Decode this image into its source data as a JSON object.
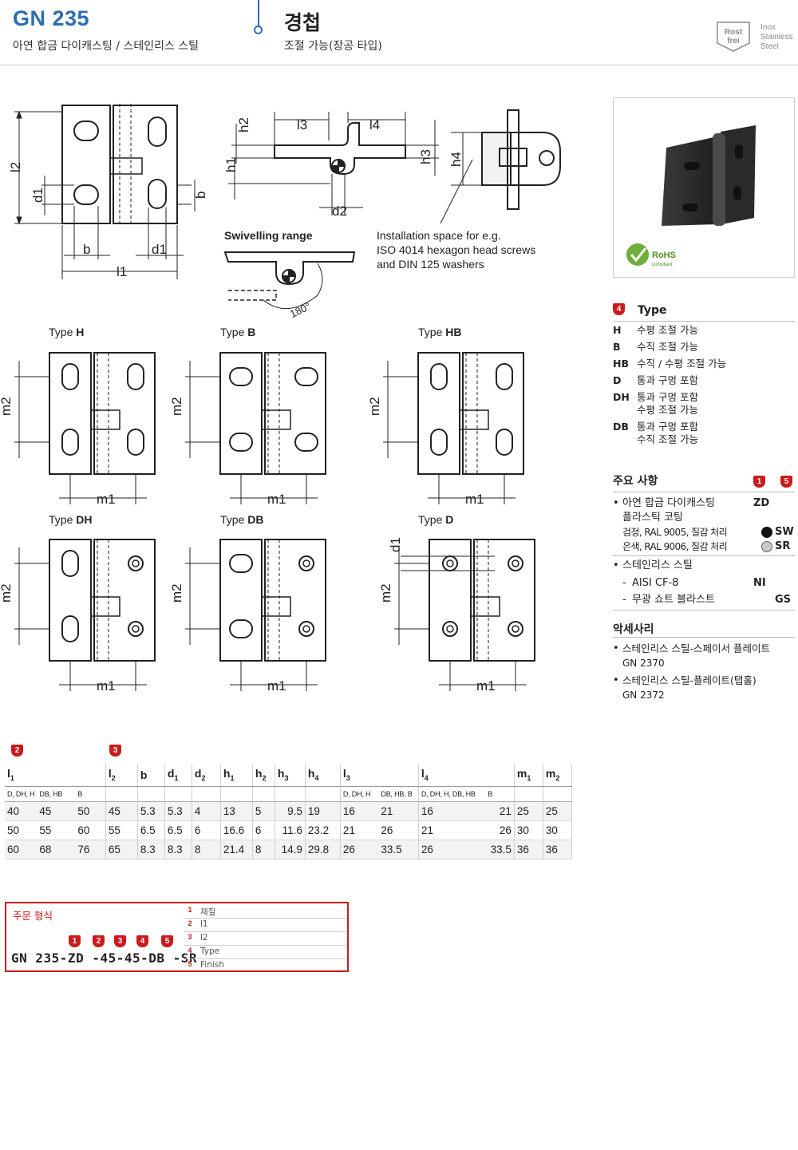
{
  "header": {
    "code": "GN 235",
    "subtitle": "아연 합금 다이캐스팅 / 스테인리스 스틸",
    "title": "경첩",
    "title_sub": "조절 가능(장공 타입)",
    "badge_lines": [
      "Inox",
      "Stainless",
      "Steel"
    ],
    "badge_logo": [
      "Rost",
      "frei"
    ]
  },
  "drawing": {
    "labels": {
      "l1": "l1",
      "l2": "l2",
      "d1": "d1",
      "b": "b",
      "h1": "h1",
      "h2": "h2",
      "l3": "l3",
      "l4": "l4",
      "h3": "h3",
      "h4": "h4",
      "d2": "d2",
      "m1": "m1",
      "m2": "m2"
    },
    "swivel_title": "Swivelling range",
    "swivel_angle": "180°",
    "install_note": [
      "Installation space for e.g.",
      "ISO 4014 hexagon head screws",
      "and DIN 125 washers"
    ],
    "types": [
      {
        "prefix": "Type ",
        "name": "H"
      },
      {
        "prefix": "Type ",
        "name": "B"
      },
      {
        "prefix": "Type ",
        "name": "HB"
      },
      {
        "prefix": "Type ",
        "name": "DH"
      },
      {
        "prefix": "Type ",
        "name": "DB"
      },
      {
        "prefix": "Type ",
        "name": "D"
      }
    ]
  },
  "rohs": {
    "label": "RoHS",
    "sub": "compliant"
  },
  "type_list": {
    "marker": "4",
    "heading": "Type",
    "items": [
      {
        "key": "H",
        "lines": [
          "수평 조절 가능"
        ]
      },
      {
        "key": "B",
        "lines": [
          "수직 조절 가능"
        ]
      },
      {
        "key": "HB",
        "lines": [
          "수직 / 수평 조절 가능"
        ]
      },
      {
        "key": "D",
        "lines": [
          "통과 구멍 포함"
        ]
      },
      {
        "key": "DH",
        "lines": [
          "통과 구멍 포함",
          "수평 조절 가능"
        ]
      },
      {
        "key": "DB",
        "lines": [
          "통과 구멍 포함",
          "수직 조절 가능"
        ]
      }
    ]
  },
  "main_notes": {
    "heading": "주요 사항",
    "markers": [
      "1",
      "5"
    ],
    "material1": "아연 합금 다이캐스팅",
    "material1_code": "ZD",
    "coating": "플라스틱 코팅",
    "finish_black": "검정, RAL 9005, 질감 처리",
    "finish_black_code": "SW",
    "finish_silver": "은색, RAL 9006, 질감 처리",
    "finish_silver_code": "SR",
    "material2": "스테인리스 스틸",
    "material2_grade": "AISI CF-8",
    "material2_code": "NI",
    "matt": "무광 쇼트 블라스트",
    "matt_code": "GS"
  },
  "accessories": {
    "heading": "악세사리",
    "items": [
      {
        "name": "스테인리스 스틸-스페이서 플레이트",
        "code": "GN 2370"
      },
      {
        "name": "스테인리스 스틸-플레이트(탭홀)",
        "code": "GN 2372"
      }
    ]
  },
  "table": {
    "markers": {
      "l1": "2",
      "l2": "3"
    },
    "headers": [
      "l1",
      "",
      "",
      "l2",
      "b",
      "d1",
      "d2",
      "h1",
      "h2",
      "h3",
      "h4",
      "l3",
      "",
      "l4",
      "",
      "m1",
      "m2"
    ],
    "subheaders": [
      "D, DH, H",
      "DB, HB",
      "B",
      "",
      "",
      "",
      "",
      "",
      "",
      "",
      "",
      "D, DH, H",
      "DB, HB, B",
      "D, DH, H, DB, HB",
      "B",
      "",
      ""
    ],
    "rows": [
      [
        "40",
        "45",
        "50",
        "45",
        "5.3",
        "5.3",
        "4",
        "13",
        "5",
        "9.5",
        "19",
        "16",
        "21",
        "16",
        "21",
        "25",
        "25"
      ],
      [
        "50",
        "55",
        "60",
        "55",
        "6.5",
        "6.5",
        "6",
        "16.6",
        "6",
        "11.6",
        "23.2",
        "21",
        "26",
        "21",
        "26",
        "30",
        "30"
      ],
      [
        "60",
        "68",
        "76",
        "65",
        "8.3",
        "8.3",
        "8",
        "21.4",
        "8",
        "14.9",
        "29.8",
        "26",
        "33.5",
        "26",
        "33.5",
        "36",
        "36"
      ]
    ]
  },
  "order": {
    "title": "주문 형식",
    "code": "GN 235-ZD -45-45-DB -SR",
    "markers": [
      "1",
      "2",
      "3",
      "4",
      "5"
    ],
    "legend": [
      {
        "n": "1",
        "t": "재질"
      },
      {
        "n": "2",
        "t": "l1"
      },
      {
        "n": "3",
        "t": "l2"
      },
      {
        "n": "4",
        "t": "Type"
      },
      {
        "n": "5",
        "t": "Finish"
      }
    ]
  }
}
